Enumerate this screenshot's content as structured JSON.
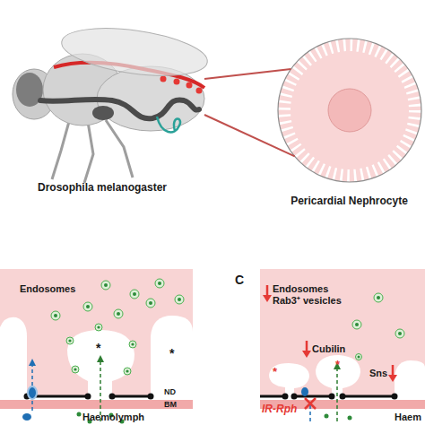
{
  "diagram": {
    "nodes": [
      {
        "text": [
          "Drosophila melanogaster"
        ]
      },
      {
        "text": [
          "Pericardial Nephrocyte"
        ]
      },
      {
        "text": [
          "Endosomes",
          "*",
          "*",
          "ND",
          "BM",
          "Haemolymph"
        ]
      },
      {
        "text": [
          "Endosomes Rab3⁺ vesicles",
          "Cubilin",
          "*",
          "*",
          "Sns",
          "IR-Rph",
          "Haem"
        ]
      }
    ],
    "edges": [
      {
        "from": 0,
        "to": 1,
        "arrow": "none"
      },
      {
        "from": 0,
        "to": 1,
        "arrow": "none"
      }
    ],
    "labels": [
      "C"
    ]
  }
}
